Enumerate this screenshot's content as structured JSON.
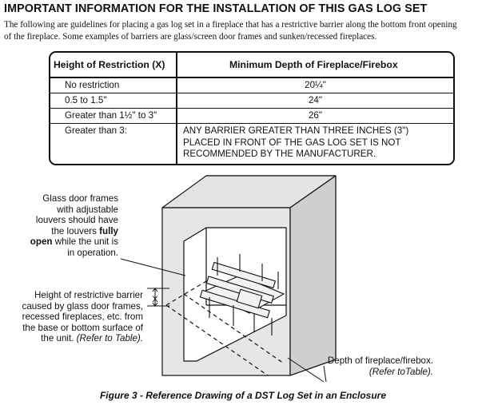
{
  "heading": "IMPORTANT INFORMATION FOR THE INSTALLATION OF THIS GAS LOG SET",
  "intro_lines": [
    "The following are guidelines for placing a gas log set in a fireplace that has a restrictive barrier along the bottom front opening",
    "of the fireplace. Some examples of barriers are glass/screen door frames and sunken/recessed fireplaces."
  ],
  "table": {
    "headers": [
      "Height of Restriction (X)",
      "Minimum Depth of Fireplace/Firebox"
    ],
    "rows": [
      {
        "height": "No restriction",
        "depth": "20¼\""
      },
      {
        "height": "0.5 to 1.5\"",
        "depth": "24\""
      },
      {
        "height": "Greater than 1½\" to 3\"",
        "depth": "26\""
      },
      {
        "height": "Greater than 3:",
        "depth_lines": [
          "ANY BARRIER GREATER THAN THREE INCHES (3\")",
          "PLACED IN FRONT OF THE GAS LOG SET IS NOT",
          "RECOMMENDED BY THE MANUFACTURER."
        ]
      }
    ]
  },
  "figure": {
    "note_glass": {
      "lines": [
        "Glass door frames",
        "with adjustable",
        "louvers should have",
        "the louvers ",
        "open",
        " while the unit is",
        "in operation."
      ],
      "bold_word": "fully"
    },
    "note_height": [
      "Height of restrictive barrier",
      "caused by glass door frames,",
      "recessed fireplaces, etc. from",
      "the base or bottom surface of",
      "the unit. ",
      "(Refer to Table)."
    ],
    "x_label": "X",
    "note_depth": [
      "Depth of fireplace/firebox.",
      "(Refer toTable)."
    ],
    "caption": "Figure 3 - Reference Drawing of a DST Log Set in an Enclosure"
  }
}
